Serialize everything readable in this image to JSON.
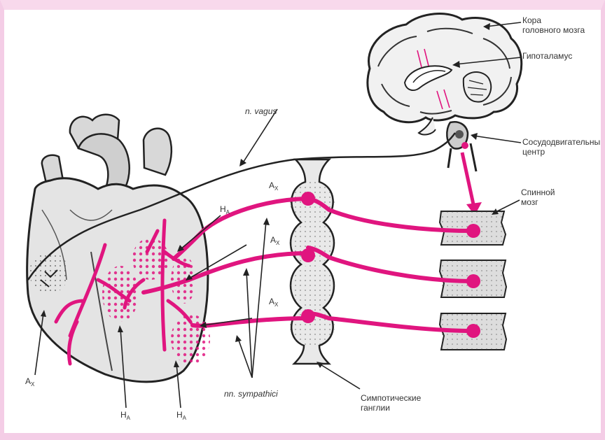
{
  "labels": {
    "cortex": [
      "Кора",
      "головного мозга"
    ],
    "hypothalamus": "Гипоталамус",
    "vasomotor": [
      "Сосудодвигательный",
      "центр"
    ],
    "spinal_cord": [
      "Спинной",
      "мозг"
    ],
    "vagus": "n. vagus",
    "sympathetic": "nn. sympathici",
    "ganglia": [
      "Симпотические",
      "ганглии"
    ],
    "ax_main": "A",
    "ax_sub": "X",
    "ha_main": "H",
    "ha_sub": "A"
  },
  "colors": {
    "nerve": "#e0157f",
    "ink": "#222222",
    "frame": "#f4cde6"
  }
}
